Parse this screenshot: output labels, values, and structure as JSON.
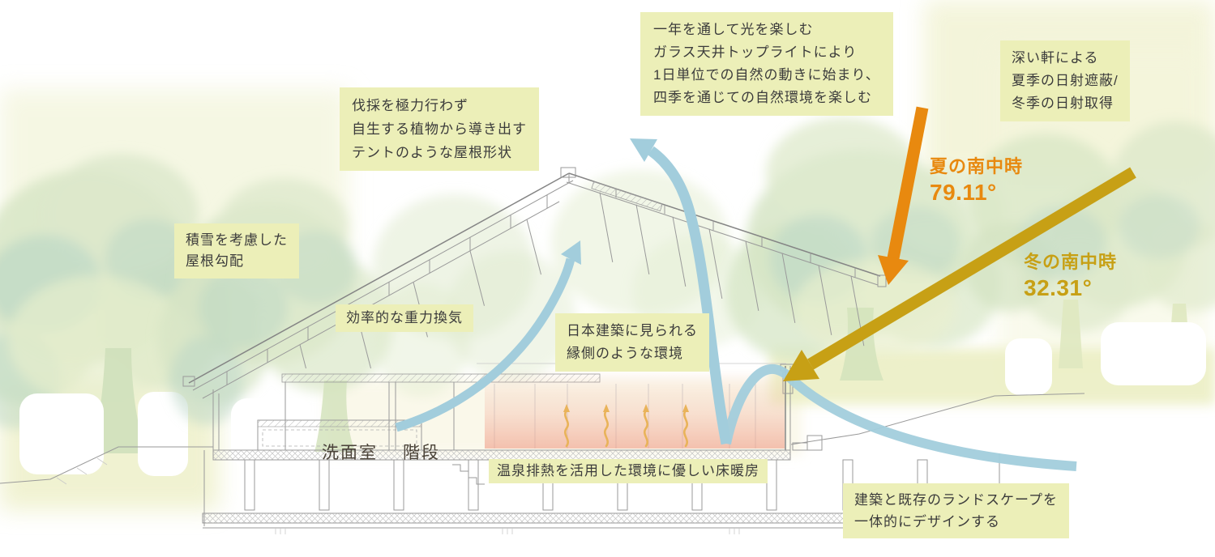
{
  "annotations": {
    "toplight": {
      "lines": [
        "一年を通して光を楽しむ",
        "ガラス天井トップライトにより",
        "1日単位での自然の動きに始まり、",
        "四季を通じての自然環境を楽しむ"
      ]
    },
    "deep_eaves": {
      "lines": [
        "深い軒による",
        "夏季の日射遮蔽/",
        "冬季の日射取得"
      ]
    },
    "roof_shape": {
      "lines": [
        "伐採を極力行わず",
        "自生する植物から導き出す",
        "テントのような屋根形状"
      ]
    },
    "snow_load": {
      "lines": [
        "積雪を考慮した",
        "屋根勾配"
      ]
    },
    "gravity_vent": {
      "lines": [
        "効率的な重力換気"
      ]
    },
    "engawa": {
      "lines": [
        "日本建築に見られる",
        "縁側のような環境"
      ]
    },
    "floor_heating": {
      "lines": [
        "温泉排熱を活用した環境に優しい床暖房"
      ]
    },
    "landscape": {
      "lines": [
        "建築と既存のランドスケープを",
        "一体的にデザインする"
      ]
    }
  },
  "sun": {
    "summer": {
      "label": "夏の南中時",
      "angle": "79.11°"
    },
    "winter": {
      "label": "冬の南中時",
      "angle": "32.31°"
    }
  },
  "rooms": {
    "washroom": "洗面室",
    "stairs": "階段"
  },
  "colors": {
    "ink": "#3b3b3b",
    "label_bg": "#ecefb8",
    "summer": "#e8890f",
    "winter": "#c7a015",
    "blue": "#a2cddc",
    "heat": "#e9b35a",
    "pink": "#f2a38e",
    "line": "#9a9a9a",
    "line_dark": "#858585",
    "room_ink": "#4a4238"
  }
}
